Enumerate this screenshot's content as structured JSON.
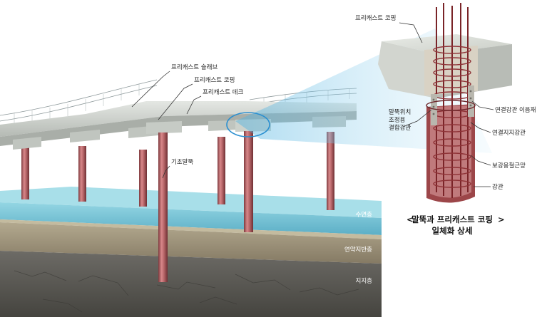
{
  "labels": {
    "precast_slab": "프리캐스트 슬래브",
    "precast_coping": "프리캐스트 코핑",
    "precast_deck": "프리캐스트 데크",
    "foundation_pile": "기초말뚝",
    "detail_coping": "프리캐스트 코핑",
    "pile_position_line1": "말뚝위치",
    "pile_position_line2": "조정용",
    "pile_position_line3": "결합강관",
    "connection_pipe_joint": "연결강관 이음재",
    "connection_support_pipe": "연결지지강관",
    "reinforcement_cage": "보강용철근망",
    "steel_pipe": "강관"
  },
  "layers": {
    "water_surface": "수면층",
    "soft_ground": "연약지반층",
    "bearing_layer": "지지층"
  },
  "detail_title": {
    "line1": "말뚝과 프리캐스트 코핑",
    "line2": "일체화 상세",
    "left_chevron": "<",
    "right_chevron": ">"
  },
  "colors": {
    "pile": "#b8676a",
    "pile_dark": "#8a3e42",
    "concrete": "#d4d8d4",
    "water": "#6ec3d6",
    "soft_ground": "#9a8f7a",
    "bedrock": "#5d5c58",
    "zoom_beam": "#4fb2e0",
    "zoom_circle": "#2a8fd0"
  }
}
